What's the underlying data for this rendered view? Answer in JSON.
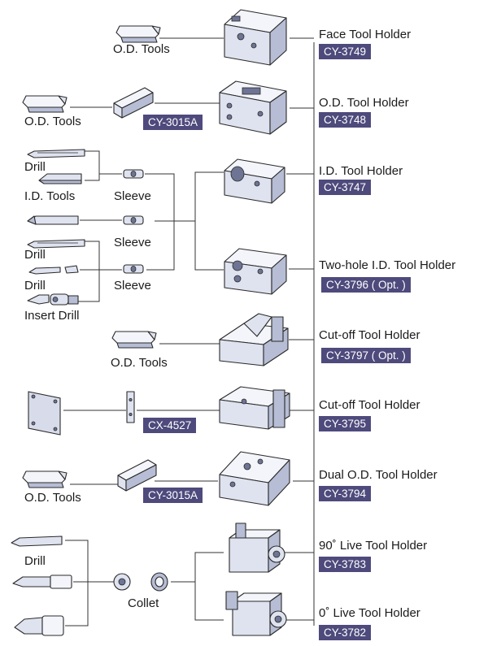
{
  "holders": [
    {
      "name": "Face Tool Holder",
      "code": "CY-3749"
    },
    {
      "name": "O.D. Tool Holder",
      "code": "CY-3748"
    },
    {
      "name": "I.D. Tool Holder",
      "code": "CY-3747"
    },
    {
      "name": "Two-hole I.D. Tool Holder",
      "code": "CY-3796 ( Opt. )"
    },
    {
      "name": "Cut-off Tool Holder",
      "code": "CY-3797 ( Opt. )"
    },
    {
      "name": "Cut-off Tool Holder",
      "code": "CY-3795"
    },
    {
      "name": "Dual O.D. Tool Holder",
      "code": "CY-3794"
    },
    {
      "name": "90˚ Live Tool Holder",
      "code": "CY-3783"
    },
    {
      "name": "0˚ Live Tool Holder",
      "code": "CY-3782"
    }
  ],
  "tool_labels": {
    "od_tools": "O.D. Tools",
    "drill": "Drill",
    "id_tools": "I.D. Tools",
    "sleeve": "Sleeve",
    "insert_drill": "Insert Drill",
    "collet": "Collet"
  },
  "accessory_codes": {
    "spacer_a": "CY-3015A",
    "wedge": "CX-4527",
    "spacer_b": "CY-3015A"
  },
  "colors": {
    "code_badge": "#4e4a7c",
    "part_face": "#dfe3ef",
    "line": "#333333"
  }
}
